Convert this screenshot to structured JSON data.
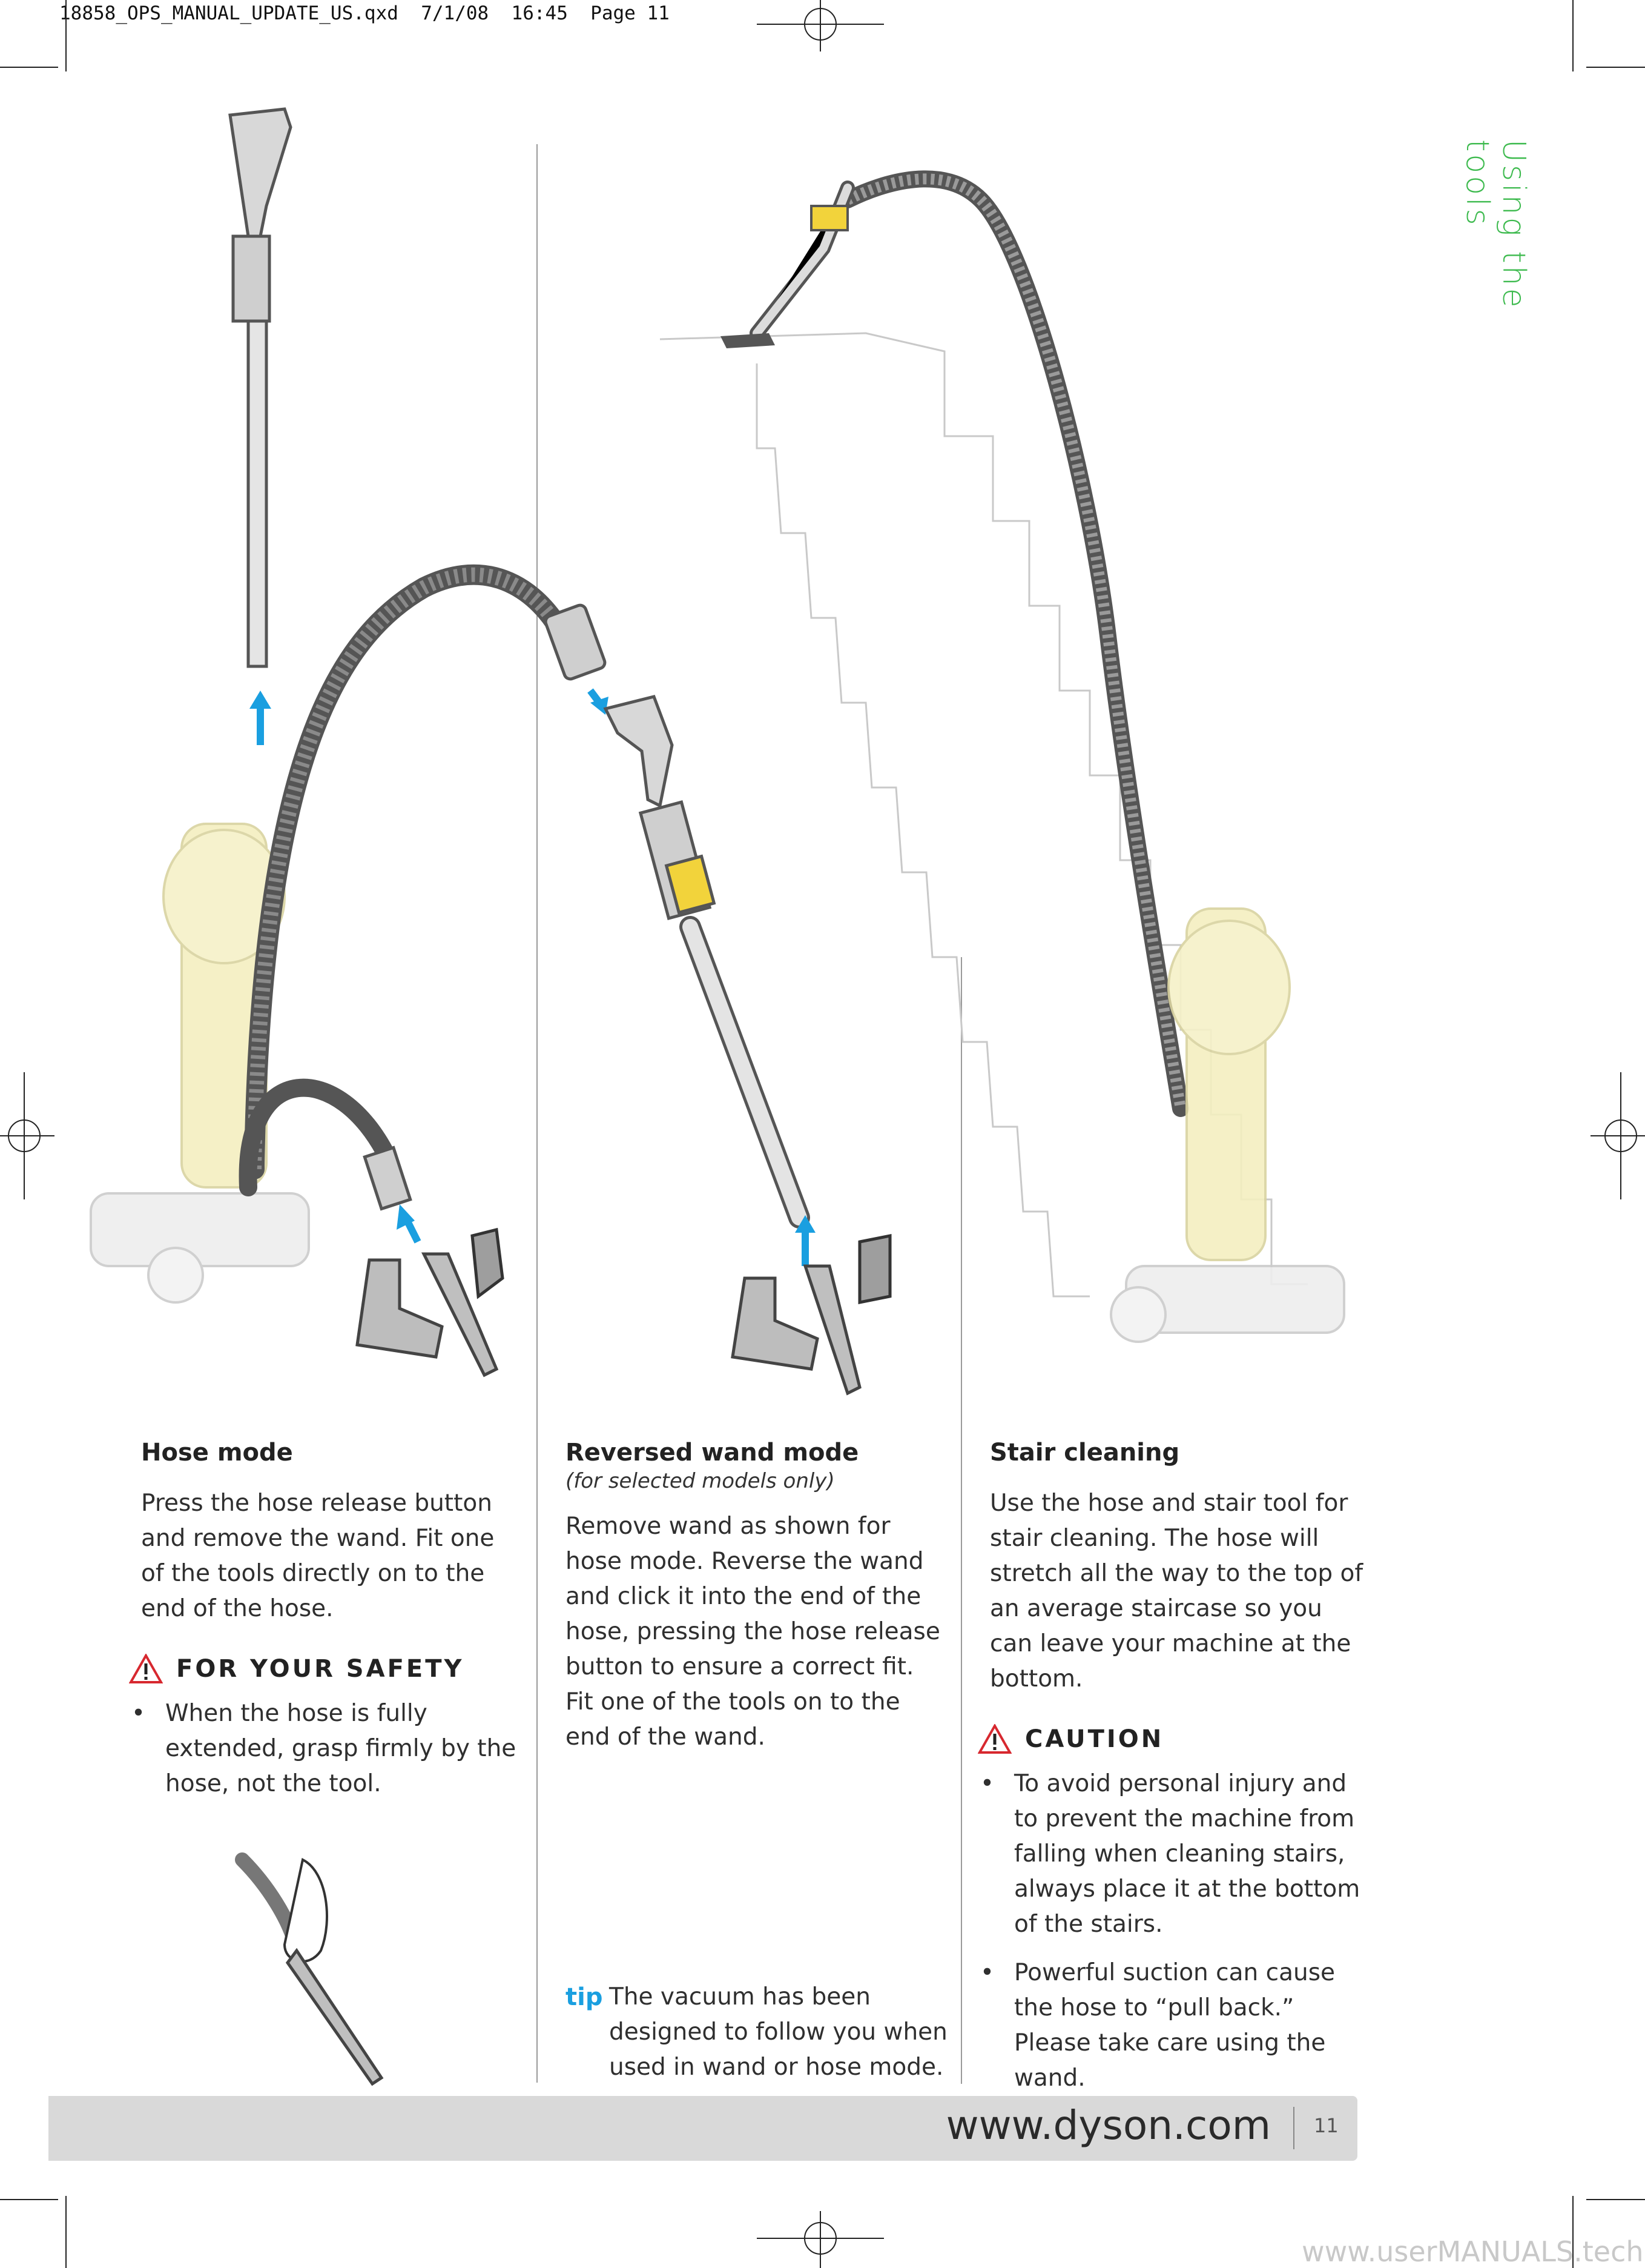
{
  "slug": "18858_OPS_MANUAL_UPDATE_US.qxd  7/1/08  16:45  Page 11",
  "section_tab": "Using the tools",
  "columns": {
    "hose": {
      "title": "Hose mode",
      "body": "Press the hose release button and remove the wand. Fit one of the tools directly on to the end of the hose.",
      "warning_title": "FOR YOUR SAFETY",
      "bullets": [
        "When the hose is fully extended, grasp firmly by the hose, not the tool."
      ]
    },
    "reversed": {
      "title": "Reversed wand mode",
      "subtitle": "(for selected models only)",
      "body": "Remove wand as shown for hose mode. Reverse the wand and click it into the end of the hose, pressing the hose release button to ensure a correct fit. Fit one of the tools on to the end of the wand.",
      "tip_label": "tip",
      "tip_text": "The vacuum has been designed to follow you when used in wand or hose mode."
    },
    "stair": {
      "title": "Stair cleaning",
      "body": "Use the hose and stair tool for stair cleaning. The hose will stretch all the way to the top of an average staircase so you can leave your machine at the bottom.",
      "warning_title": "CAUTION",
      "bullets": [
        "To avoid personal injury and to prevent the machine from falling when cleaning stairs, always place it at the bottom of the stairs.",
        "Powerful suction can cause the hose to “pull back.” Please take care using the wand."
      ]
    }
  },
  "footer": {
    "url": "www.dyson.com",
    "page": "11"
  },
  "watermark": "www.userMANUALS.tech",
  "colors": {
    "accent_green": "#3dba4e",
    "tip_blue": "#1a9fe0",
    "hose_gray": "#555555",
    "vacuum_yellow": "#f4efc0",
    "warning_red": "#d7282f"
  }
}
